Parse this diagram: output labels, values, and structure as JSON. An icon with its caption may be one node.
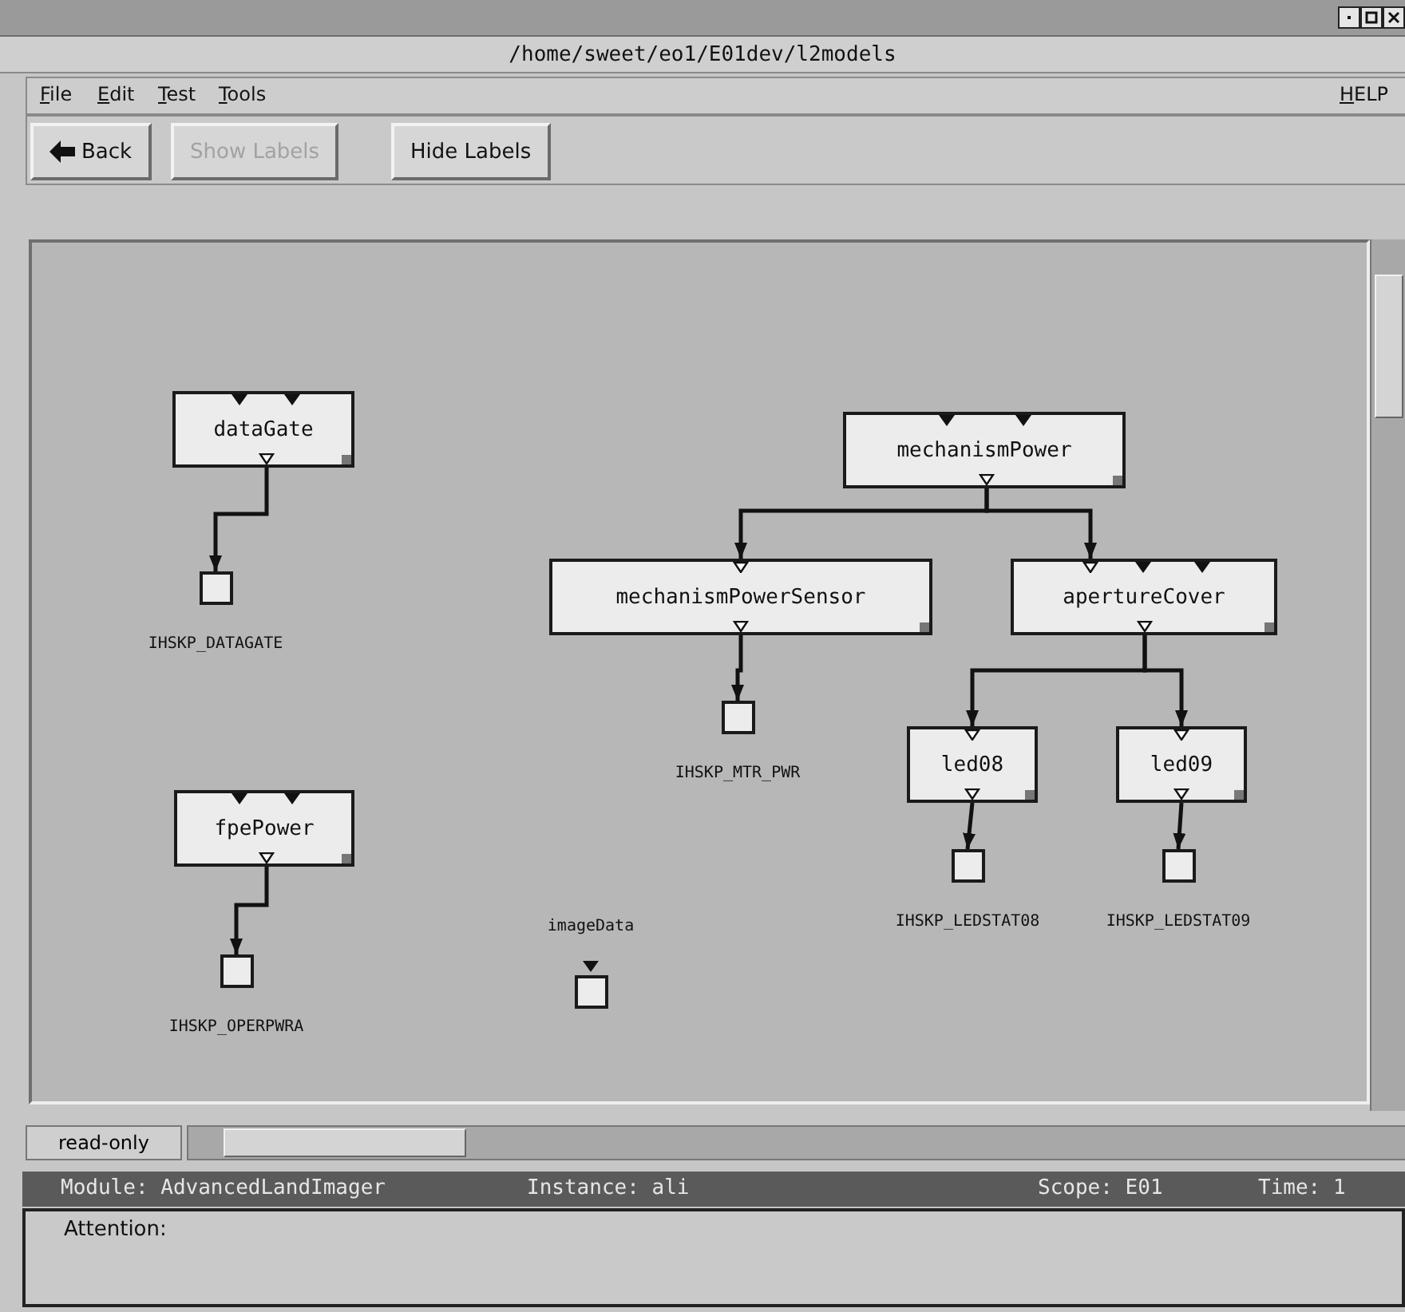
{
  "diagram": {
    "nodes": [
      {
        "text": [
          "dataGate"
        ]
      },
      {
        "text": [],
        "shape": "box",
        "beside": [
          "IHSKP_DATAGATE"
        ]
      },
      {
        "text": [
          "fpePower"
        ]
      },
      {
        "text": [],
        "shape": "box",
        "beside": [
          "IHSKP_OPERPWRA"
        ]
      },
      {
        "text": [
          "mechanismPower"
        ]
      },
      {
        "text": [
          "mechanismPowerSensor"
        ]
      },
      {
        "text": [
          "apertureCover"
        ]
      },
      {
        "text": [],
        "shape": "box",
        "beside": [
          "IHSKP_MTR_PWR"
        ]
      },
      {
        "text": [
          "led08"
        ]
      },
      {
        "text": [
          "led09"
        ]
      },
      {
        "text": [],
        "shape": "box",
        "beside": [
          "IHSKP_LEDSTAT08"
        ]
      },
      {
        "text": [],
        "shape": "box",
        "beside": [
          "IHSKP_LEDSTAT09"
        ]
      },
      {
        "text": [],
        "shape": "box",
        "beside": [
          "imageData"
        ]
      }
    ],
    "edges": [
      {
        "from": 0,
        "to": 1,
        "arrow": "to"
      },
      {
        "from": 2,
        "to": 3,
        "arrow": "to"
      },
      {
        "from": 4,
        "to": 5,
        "arrow": "to"
      },
      {
        "from": 4,
        "to": 6,
        "arrow": "to"
      },
      {
        "from": 5,
        "to": 7,
        "arrow": "to"
      },
      {
        "from": 6,
        "to": 8,
        "arrow": "to"
      },
      {
        "from": 6,
        "to": 9,
        "arrow": "to"
      },
      {
        "from": 8,
        "to": 10,
        "arrow": "to"
      },
      {
        "from": 9,
        "to": 11,
        "arrow": "to"
      }
    ],
    "labels": [
      "/home/sweet/eo1/E01dev/l2models",
      "File",
      "Edit",
      "Test",
      "Tools",
      "HELP",
      "Back",
      "Show Labels",
      "Hide Labels",
      "read-only",
      "Module: AdvancedLandImager",
      "Instance: ali",
      "Scope: E01",
      "Time: 1",
      "Attention:"
    ]
  }
}
